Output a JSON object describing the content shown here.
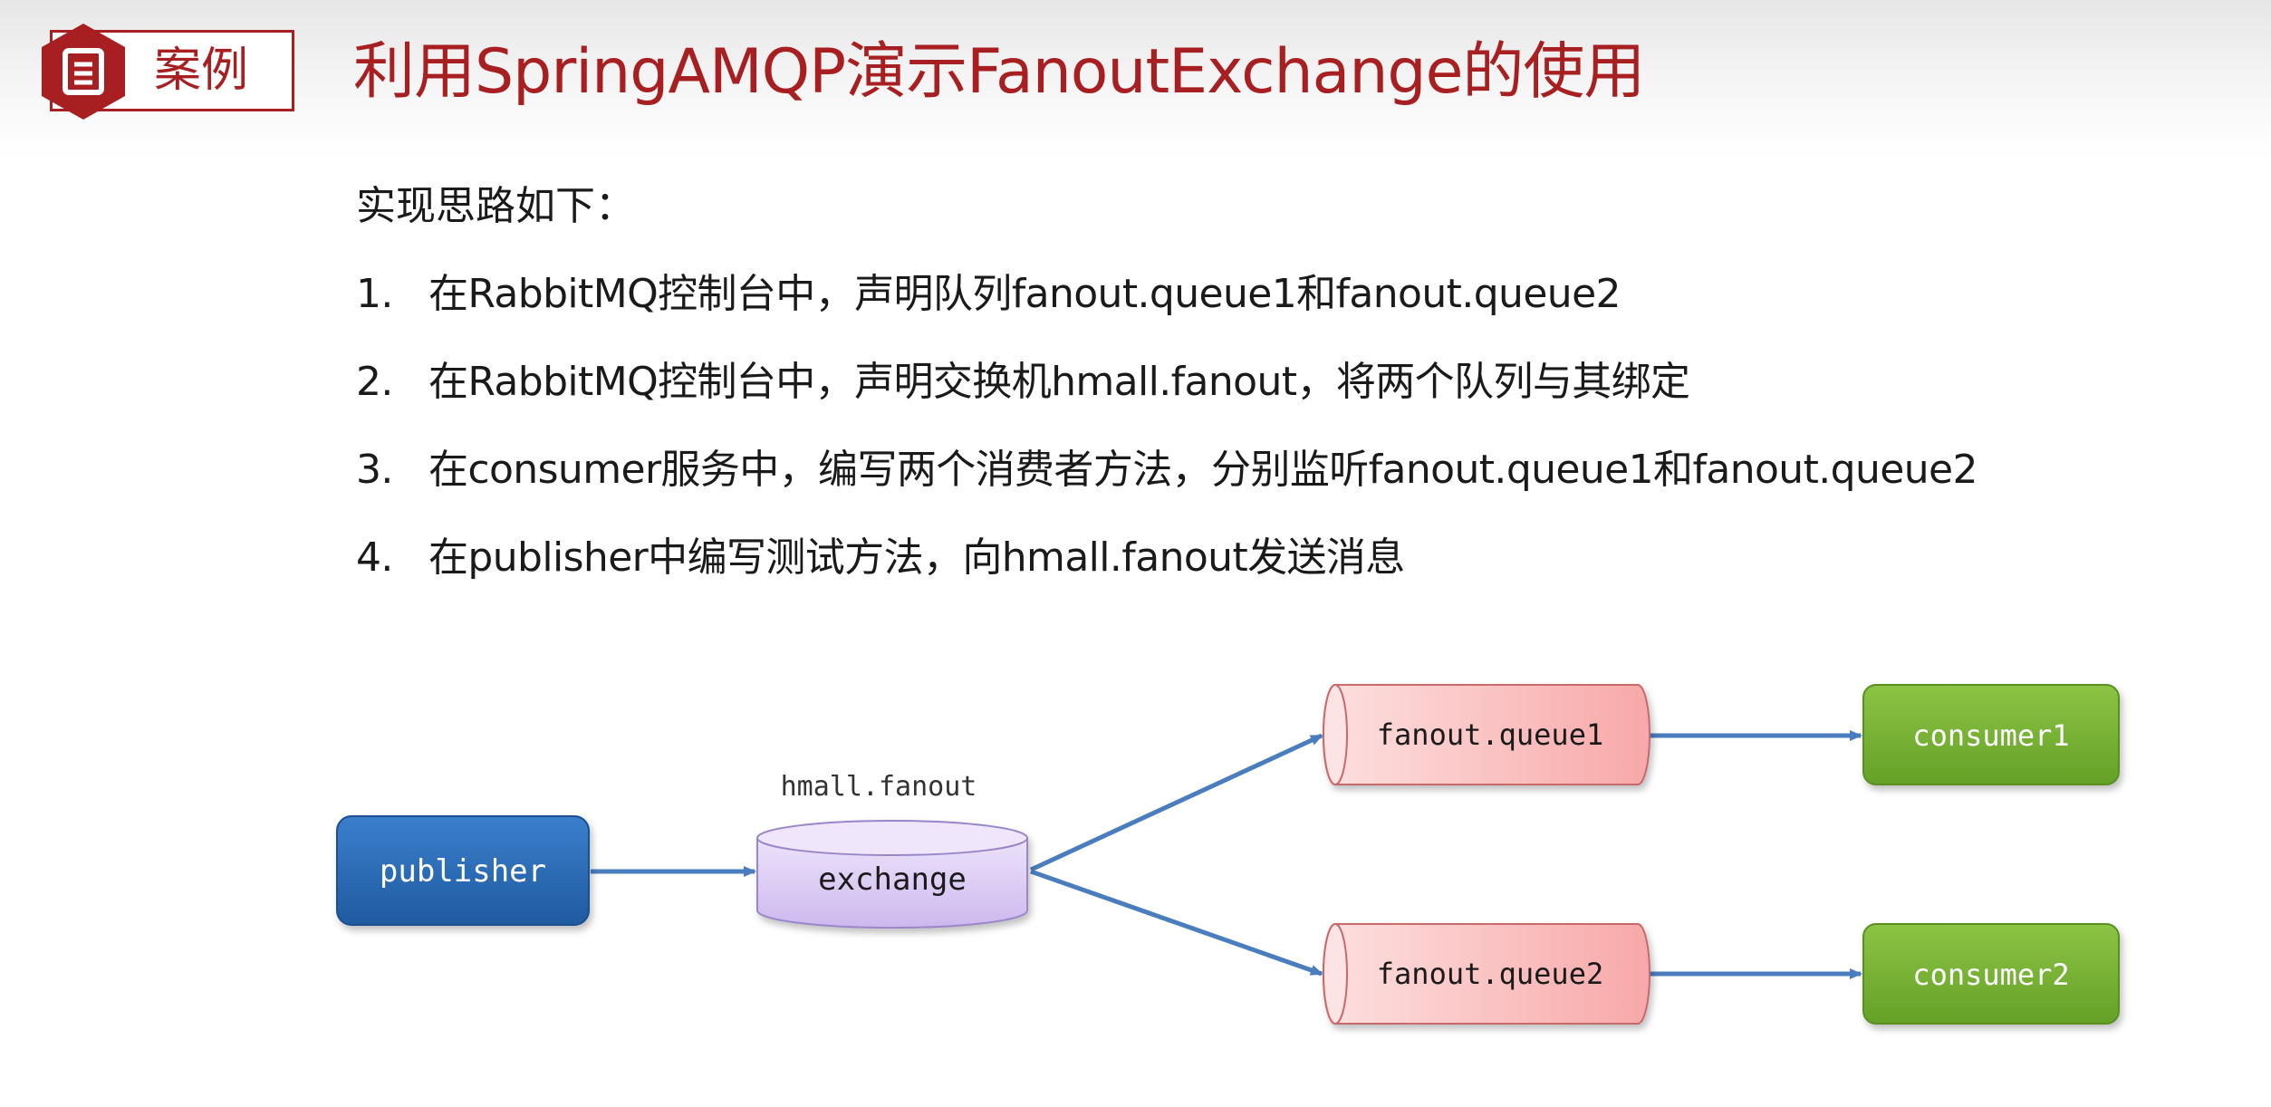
{
  "header": {
    "tag_label": "案例",
    "title": "利用SpringAMQP演示FanoutExchange的使用"
  },
  "content": {
    "intro": "实现思路如下：",
    "steps": [
      {
        "num": "1.",
        "text": "在RabbitMQ控制台中，声明队列fanout.queue1和fanout.queue2"
      },
      {
        "num": "2.",
        "text": "在RabbitMQ控制台中，声明交换机hmall.fanout，将两个队列与其绑定"
      },
      {
        "num": "3.",
        "text": "在consumer服务中，编写两个消费者方法，分别监听fanout.queue1和fanout.queue2"
      },
      {
        "num": "4.",
        "text": "在publisher中编写测试方法，向hmall.fanout发送消息"
      }
    ]
  },
  "diagram": {
    "publisher": "publisher",
    "exchange_name": "hmall.fanout",
    "exchange_label": "exchange",
    "queue1": "fanout.queue1",
    "queue2": "fanout.queue2",
    "consumer1": "consumer1",
    "consumer2": "consumer2",
    "colors": {
      "accent": "#a81f22",
      "publisher": "#2e6bb5",
      "exchange": "#dcccf2",
      "queue": "#fbb8b8",
      "consumer": "#7bb33a",
      "arrow": "#4a7dbf"
    }
  }
}
